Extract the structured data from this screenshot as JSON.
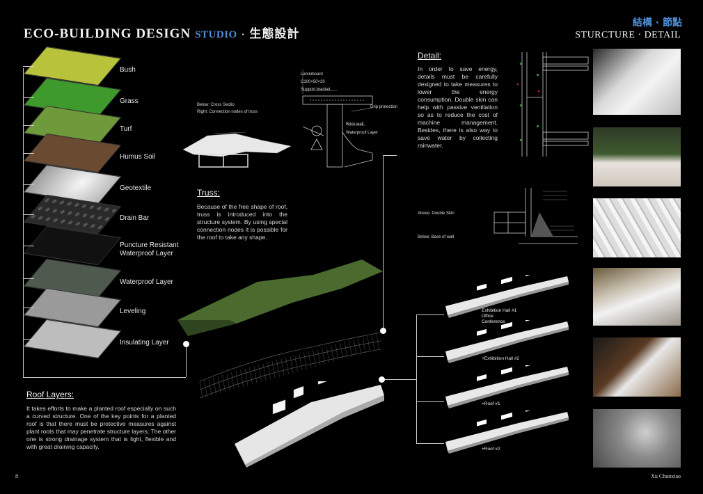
{
  "header": {
    "title": "ECO-BUILDING DESIGN",
    "studio": "STUDIO",
    "dot": "·",
    "title_cn": "生態設計",
    "right_cn": "結構 · 節點",
    "right_en": "STURCTURE · DETAIL"
  },
  "layers": [
    {
      "label": "Bush",
      "color": "#b8c23a"
    },
    {
      "label": "Grass",
      "color": "#3f9a2e"
    },
    {
      "label": "Turf",
      "color": "#6f9a3c"
    },
    {
      "label": "Humus Soil",
      "color": "#6b4a32"
    },
    {
      "label": "Geotextile",
      "color": "#c8c8c8"
    },
    {
      "label": "Drain Bar",
      "color": "#2a2a2a"
    },
    {
      "label": "Puncture Resistant\nWaterproof Layer",
      "color": "#111111"
    },
    {
      "label": "Waterproof Layer",
      "color": "#4d5a4d"
    },
    {
      "label": "Leveling",
      "color": "#9a9a9a"
    },
    {
      "label": "Insulating Layer",
      "color": "#bdbdbd"
    }
  ],
  "roof": {
    "title": "Roof Layers:",
    "text": "It takes efforts to make a planted roof especially on such a curved structure. One of the key points for a planted roof is that there must be protective measures against plant roots that may penetrate structure layers; The other one is strong drainage system that is light, flexible and with great draining capacity."
  },
  "truss": {
    "title": "Truss:",
    "text": "Because of the free shape of roof, truss is introduced into the structure system. By using special connection nodes it is possible for the roof to take any shape.",
    "caption1": "Below: Cross Sectio",
    "caption2": "Right:  Connection nodes of truss",
    "node_labels": [
      "Laminboard",
      "C100×50×20",
      "Support bracket",
      "Drip protection",
      "Brick wall",
      "Waterproof Layer"
    ]
  },
  "detail": {
    "title": "Detail:",
    "text": "In order to save energy, details must be carefully designed to take measures to lower the energy consumption. Double skin can help with passive ventilation so as to reduce the cost of machine management. Besides, there is also way to save water by collecting rainwater.",
    "caption_above": "Above: Double Skin",
    "caption_below": "Below: Base of wall"
  },
  "models": [
    {
      "label": "Exhibition Hall #1\nOffice\nConference"
    },
    {
      "label": "+Exhibition Hall #2"
    },
    {
      "label": "+Roof #1"
    },
    {
      "label": "+Roof #2"
    }
  ],
  "footer": {
    "page": "8",
    "author": "Xu Chunxiao"
  },
  "colors": {
    "accent": "#4f8fd6",
    "background": "#000000",
    "roof_green": "#4a6a2e"
  }
}
